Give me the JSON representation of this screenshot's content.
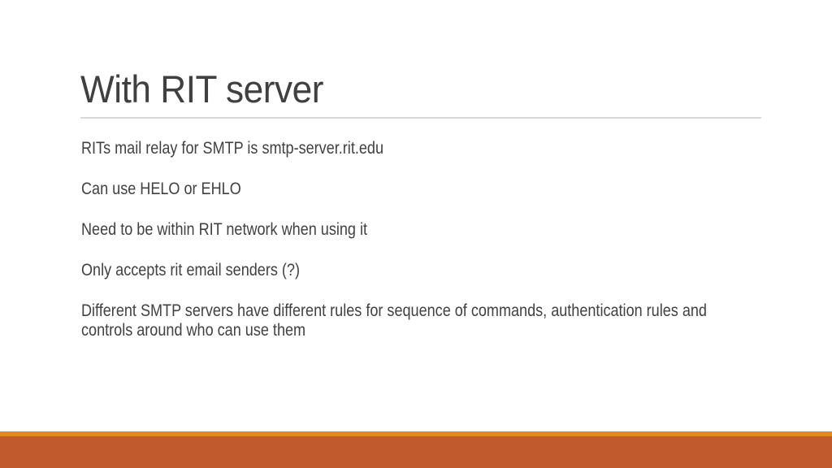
{
  "slide": {
    "title": "With RIT server",
    "body": {
      "paragraphs": [
        {
          "lines": [
            "RITs mail relay for SMTP is smtp-server.rit.edu"
          ]
        },
        {
          "lines": [
            "Can use HELO or EHLO"
          ]
        },
        {
          "lines": [
            "Need to be within RIT network when using it"
          ]
        },
        {
          "lines": [
            "Only accepts rit email senders (?)"
          ]
        },
        {
          "lines": [
            "Different SMTP servers have different rules for sequence of commands, authentication rules and",
            "controls around who can use them"
          ]
        }
      ]
    },
    "colors": {
      "background": "#ffffff",
      "title_text": "#3f4042",
      "body_text": "#414141",
      "divider": "#d8d8d8",
      "accent_line": "#e1891e",
      "footer_band": "#c15b2b"
    }
  }
}
